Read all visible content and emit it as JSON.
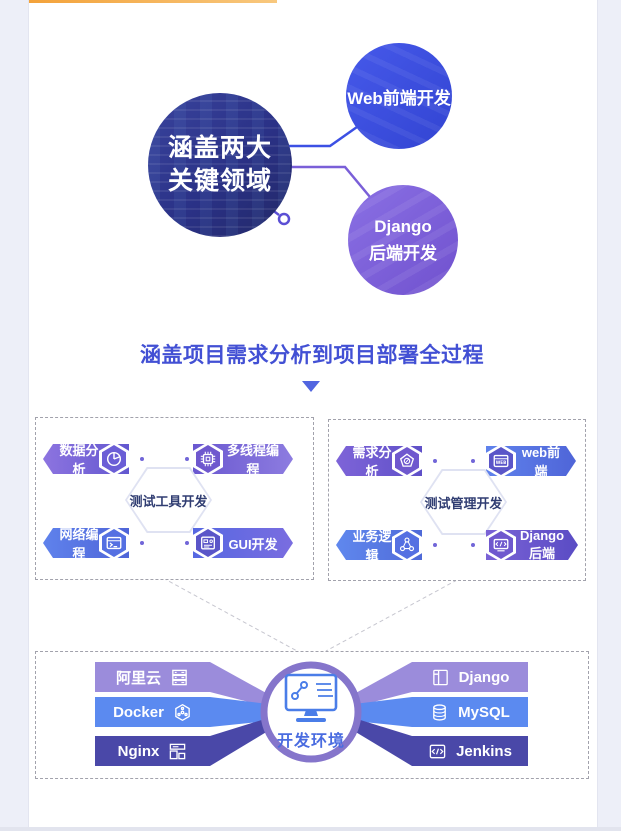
{
  "page": {
    "canvas_bg": "#edeff8",
    "card_bg": "#ffffff",
    "top_accent_bar_color": "#f3a23a"
  },
  "hero": {
    "main_circle": {
      "line1": "涵盖两大",
      "line2": "关键领域",
      "bg": "#2a3186"
    },
    "web_circle": {
      "label": "Web前端开发",
      "bg": "#3c50e4"
    },
    "django_circle": {
      "line1": "Django",
      "line2": "后端开发",
      "bg": "#7a5fd8"
    }
  },
  "section_title": {
    "text": "涵盖项目需求分析到项目部署全过程",
    "color": "#4250d4"
  },
  "panels": {
    "left": {
      "center_label": "测试工具开发",
      "items": [
        {
          "label": "数据分析",
          "icon": "pie-chart-icon"
        },
        {
          "label": "多线程编程",
          "icon": "cpu-icon"
        },
        {
          "label": "网络编程",
          "icon": "terminal-icon"
        },
        {
          "label": "GUI开发",
          "icon": "gui-window-icon"
        }
      ]
    },
    "right": {
      "center_label": "测试管理开发",
      "items": [
        {
          "label": "需求分析",
          "icon": "pentagon-icon"
        },
        {
          "label": "web前端",
          "icon": "browser-web-icon"
        },
        {
          "label": "业务逻辑",
          "icon": "share-nodes-icon"
        },
        {
          "label": "Django后端",
          "icon": "code-window-icon"
        }
      ]
    }
  },
  "environment": {
    "center_label": "开发环境",
    "center_icon": "monitor-icon",
    "ring_color": "#8575cb",
    "left_items": [
      {
        "label": "阿里云",
        "icon": "server-rack-icon",
        "color": "#9b8cdb"
      },
      {
        "label": "Docker",
        "icon": "docker-hex-icon",
        "color": "#5b8af0"
      },
      {
        "label": "Nginx",
        "icon": "window-grid-icon",
        "color": "#4a48a8"
      }
    ],
    "right_items": [
      {
        "label": "Django",
        "icon": "window-panel-icon",
        "color": "#9b8cdb"
      },
      {
        "label": "MySQL",
        "icon": "database-icon",
        "color": "#5b8af0"
      },
      {
        "label": "Jenkins",
        "icon": "code-badge-icon",
        "color": "#4a48a8"
      }
    ]
  }
}
